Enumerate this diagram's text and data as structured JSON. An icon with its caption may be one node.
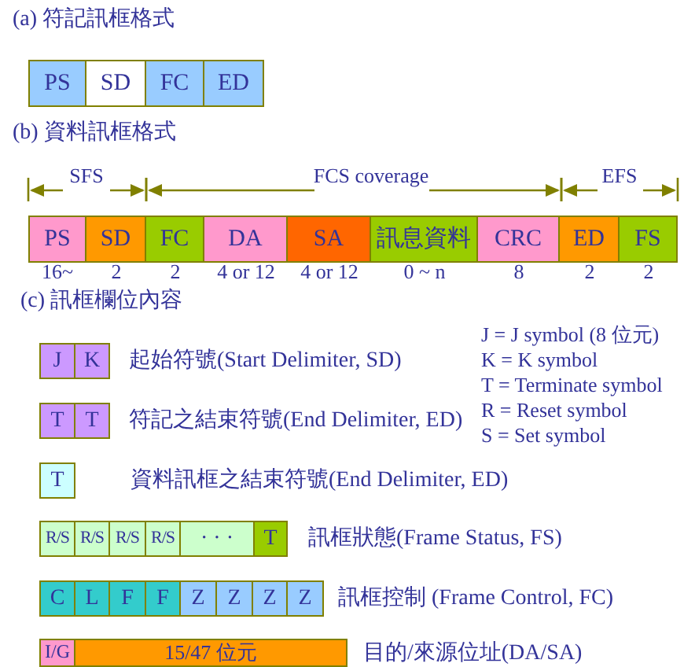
{
  "diagram": {
    "nodes": [
      {
        "text": [
          "PS"
        ]
      },
      {
        "text": [
          "SD"
        ]
      },
      {
        "text": [
          "FC"
        ]
      },
      {
        "text": [
          "ED"
        ]
      },
      {
        "text": [
          "PS"
        ],
        "beside": [
          "16~"
        ]
      },
      {
        "text": [
          "SD"
        ],
        "beside": [
          "2"
        ]
      },
      {
        "text": [
          "FC"
        ],
        "beside": [
          "2"
        ]
      },
      {
        "text": [
          "DA"
        ],
        "beside": [
          "4 or 12"
        ]
      },
      {
        "text": [
          "SA"
        ],
        "beside": [
          "4 or 12"
        ]
      },
      {
        "text": [
          "訊息資料"
        ],
        "beside": [
          "0 ~ n"
        ]
      },
      {
        "text": [
          "CRC"
        ],
        "beside": [
          "8"
        ]
      },
      {
        "text": [
          "ED"
        ],
        "beside": [
          "2"
        ]
      },
      {
        "text": [
          "FS"
        ],
        "beside": [
          "2"
        ]
      },
      {
        "text": [
          "J"
        ]
      },
      {
        "text": [
          "K"
        ]
      },
      {
        "text": [
          "T"
        ]
      },
      {
        "text": [
          "T"
        ]
      },
      {
        "text": [
          "T"
        ]
      },
      {
        "text": [
          "R/S"
        ]
      },
      {
        "text": [
          "R/S"
        ]
      },
      {
        "text": [
          "R/S"
        ]
      },
      {
        "text": [
          "R/S"
        ]
      },
      {
        "text": [
          "· · ·"
        ]
      },
      {
        "text": [
          "T"
        ]
      },
      {
        "text": [
          "C"
        ]
      },
      {
        "text": [
          "L"
        ]
      },
      {
        "text": [
          "F"
        ]
      },
      {
        "text": [
          "F"
        ]
      },
      {
        "text": [
          "Z"
        ]
      },
      {
        "text": [
          "Z"
        ]
      },
      {
        "text": [
          "Z"
        ]
      },
      {
        "text": [
          "Z"
        ]
      },
      {
        "text": [
          "I/G"
        ]
      },
      {
        "text": [
          "15/47 位元"
        ]
      }
    ],
    "labels": [
      "(a) 符記訊框格式",
      "(b) 資料訊框格式",
      "SFS",
      "FCS coverage",
      "EFS",
      "(c) 訊框欄位內容",
      "J = J symbol (8 位元)",
      "起始符號(Start Delimiter, SD)",
      "K = K symbol",
      "T = Terminate symbol",
      "符記之結束符號(End Delimiter, ED)",
      "R = Reset symbol",
      "S = Set symbol",
      "資料訊框之結束符號(End Delimiter, ED)",
      "訊框狀態(Frame Status, FS)",
      "訊框控制 (Frame Control, FC)",
      "目的/來源位址(DA/SA)"
    ]
  }
}
